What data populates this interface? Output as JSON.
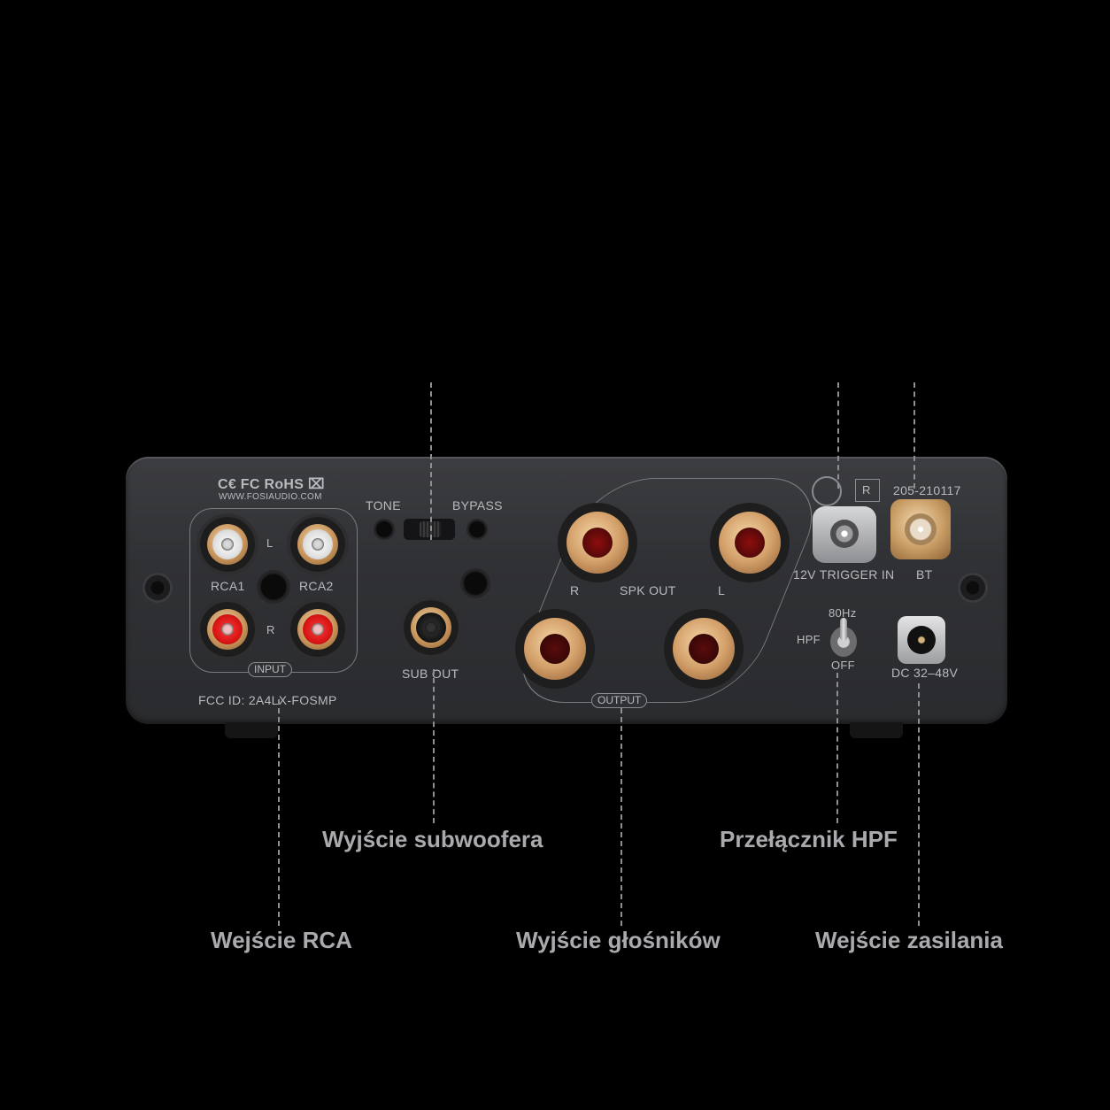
{
  "device": {
    "compliance": "C€ FC RoHS ⌧",
    "website": "WWW.FOSIAUDIO.COM",
    "fcc_id": "FCC ID:   2A4LX-FOSMP",
    "cert_mark": "R",
    "cert_code": "205-210117",
    "rca1_label": "RCA1",
    "rca2_label": "RCA2",
    "channel_l": "L",
    "channel_r": "R",
    "input_tag": "INPUT",
    "tone_label": "TONE",
    "bypass_label": "BYPASS",
    "sub_out_label": "SUB OUT",
    "spk_r_label": "R",
    "spk_out_label": "SPK OUT",
    "spk_l_label": "L",
    "output_tag": "OUTPUT",
    "trigger_label": "12V TRIGGER IN",
    "bt_label": "BT",
    "hpf_80hz": "80Hz",
    "hpf_label": "HPF",
    "hpf_off": "OFF",
    "dc_label": "DC 32–48V"
  },
  "callouts": {
    "subwoofer_out": "Wyjście subwoofera",
    "hpf_switch": "Przełącznik HPF",
    "rca_in": "Wejście RCA",
    "speaker_out": "Wyjście głośników",
    "power_in": "Wejście zasilania"
  }
}
